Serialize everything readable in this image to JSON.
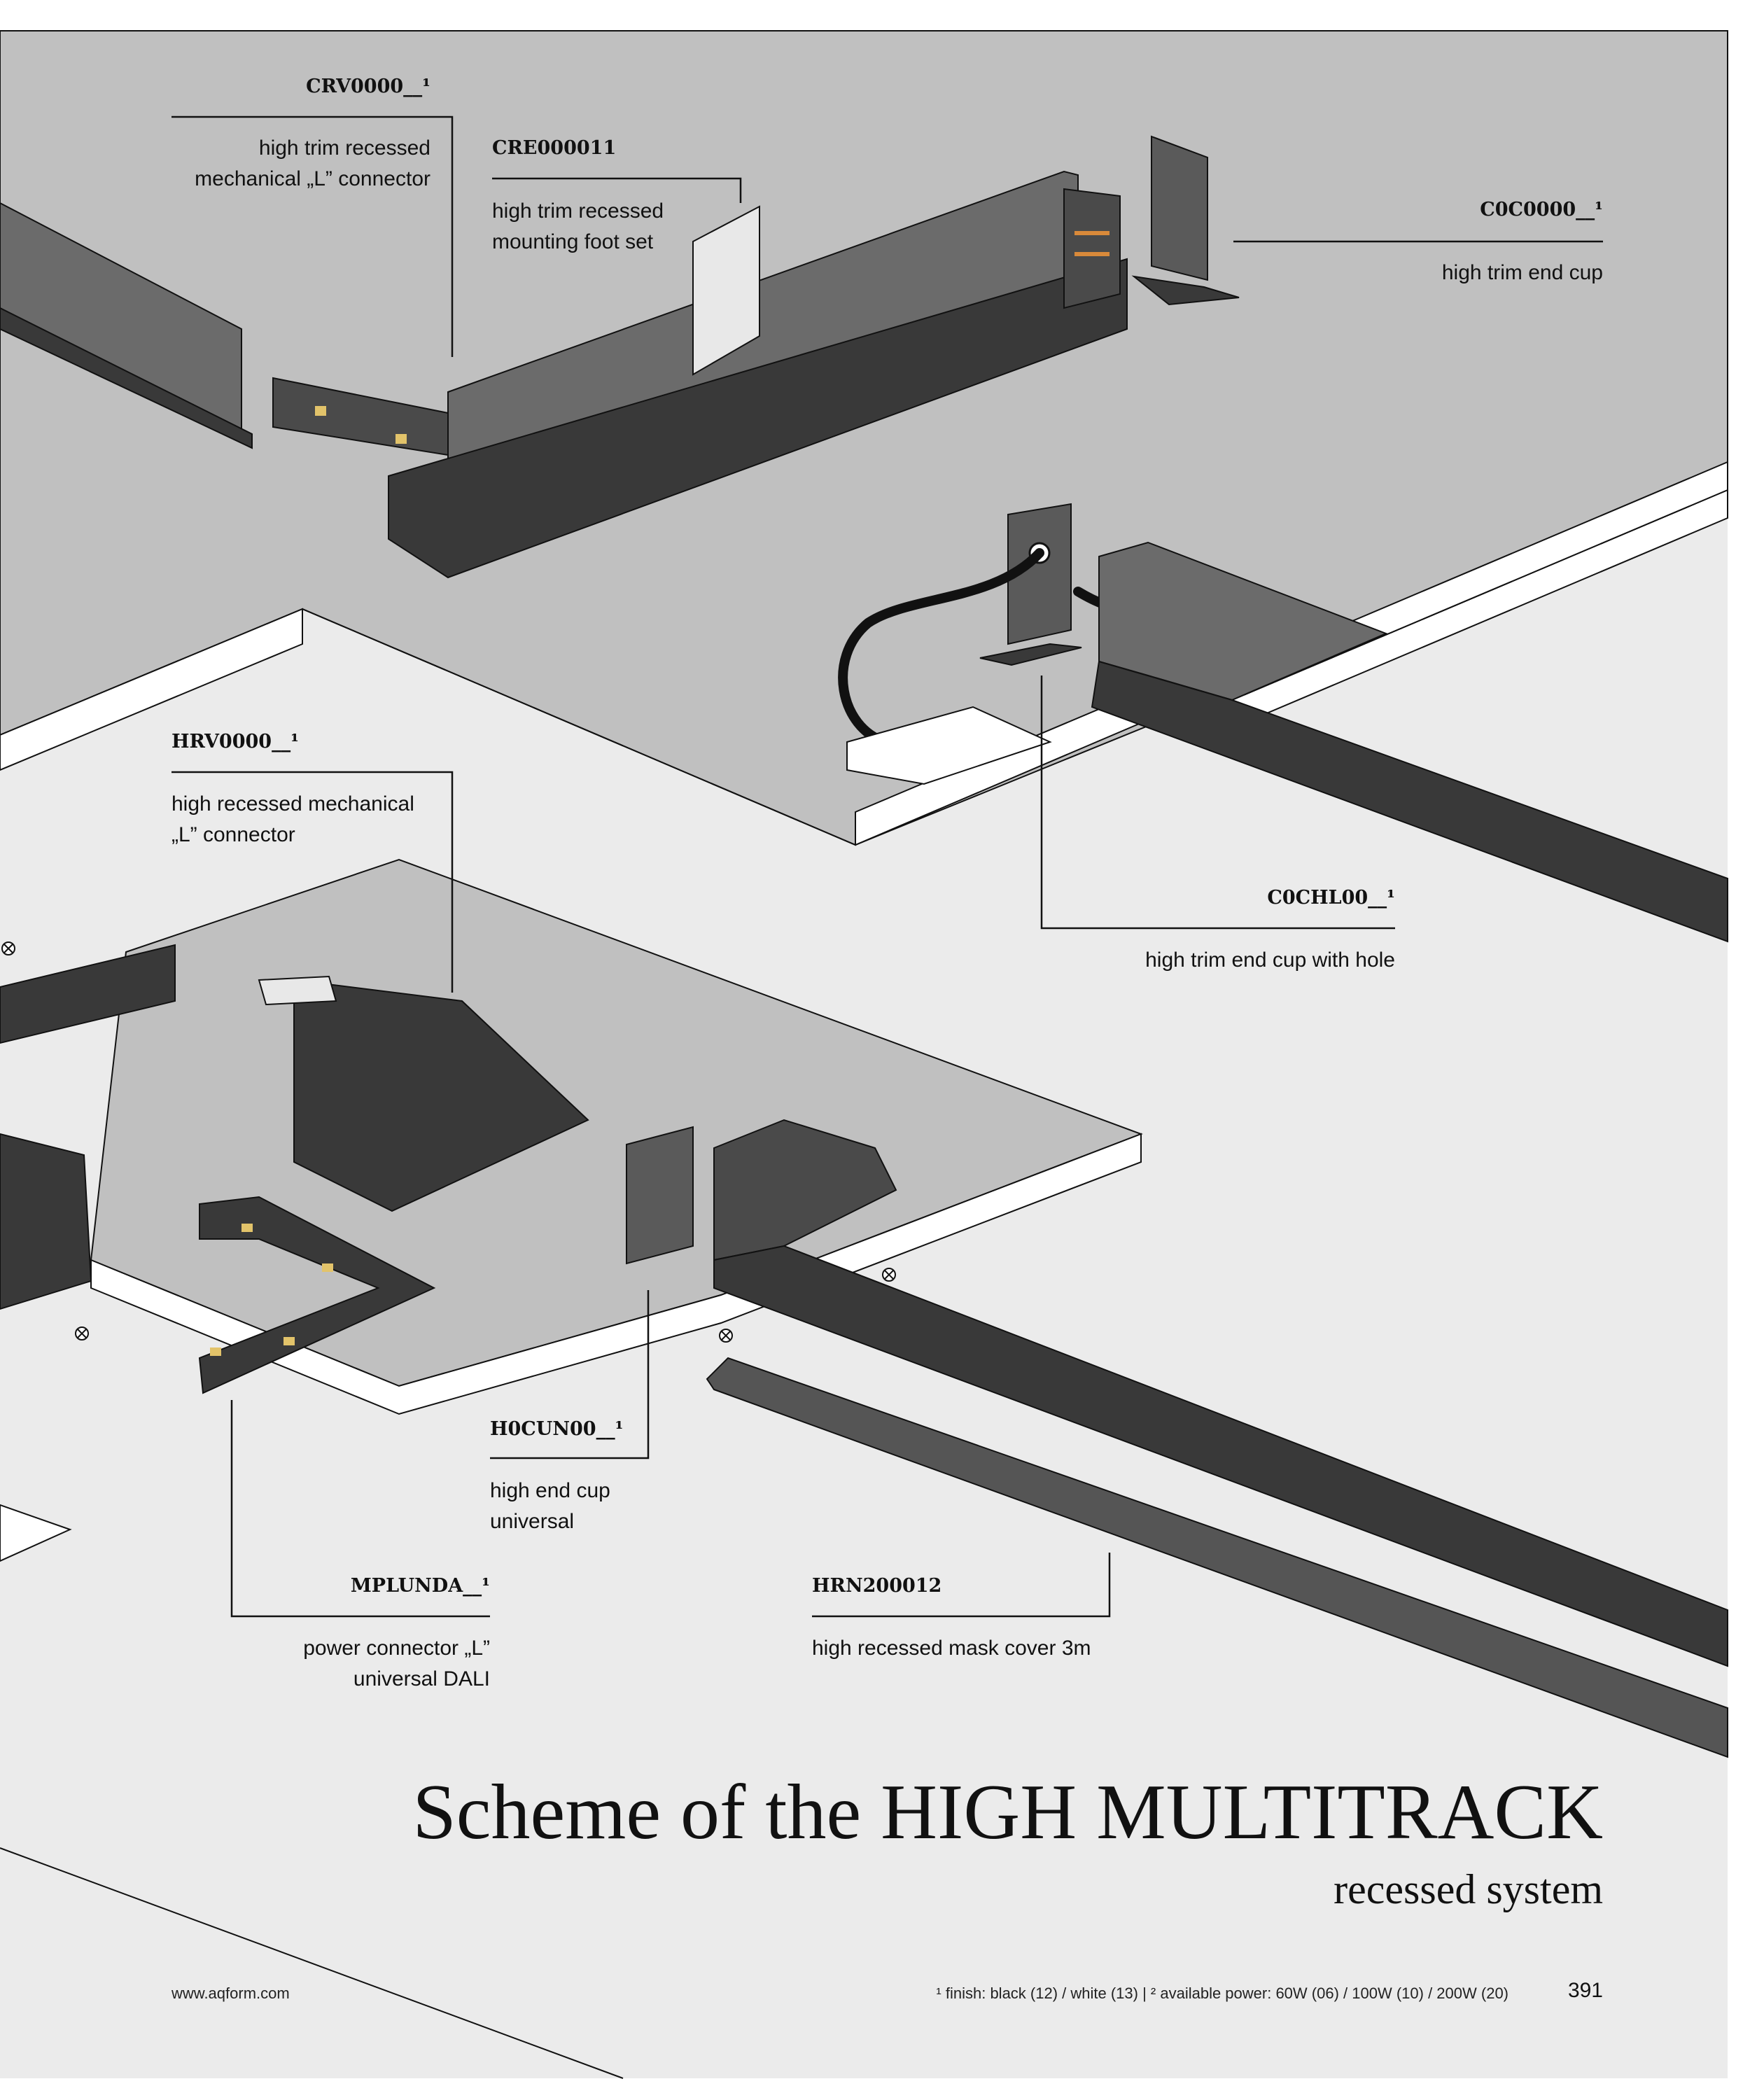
{
  "page": {
    "title": "Scheme of the HIGH MULTITRACK",
    "subtitle": "recessed system",
    "website": "www.aqform.com",
    "footnote": "¹ finish: black (12) / white (13) | ² available power: 60W (06) / 100W (10) / 200W (20)",
    "page_number": "391"
  },
  "colors": {
    "ceiling_gray": "#c0c0c0",
    "floor_light": "#ebebeb",
    "trim_white": "#ffffff",
    "track_dark": "#393939",
    "track_mid": "#6b6b6b",
    "contact_orange": "#d98a3a",
    "led_yellow": "#e2c36a"
  },
  "components": [
    {
      "code": "CRV0000__¹",
      "description": "high trim recessed\nmechanical „L” connector"
    },
    {
      "code": "CRE000011",
      "description": "high trim recessed\nmounting foot set"
    },
    {
      "code": "C0C0000__¹",
      "description": "high trim end cup"
    },
    {
      "code": "HRV0000__¹",
      "description": "high recessed mechanical\n„L” connector"
    },
    {
      "code": "C0CHL00__¹",
      "description": "high trim end cup with hole"
    },
    {
      "code": "H0CUN00__¹",
      "description": "high end cup\nuniversal"
    },
    {
      "code": "MPLUNDA__¹",
      "description": "power connector „L”\nuniversal DALI"
    },
    {
      "code": "HRN200012",
      "description": "high recessed mask cover 3m"
    }
  ]
}
